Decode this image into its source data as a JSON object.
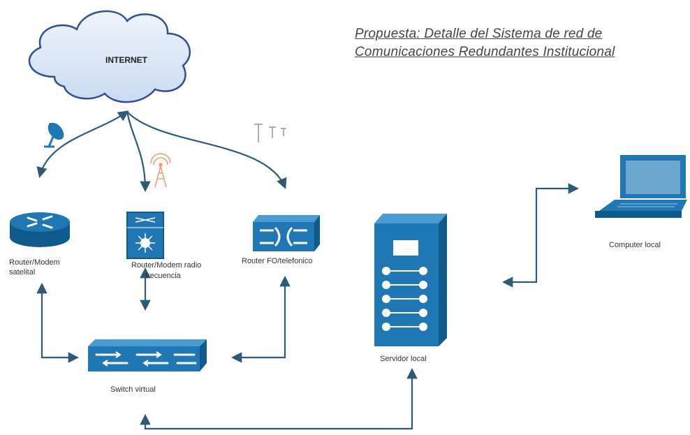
{
  "title": {
    "line1": "Propuesta: Detalle del Sistema de red de",
    "line2": "Comunicaciones Redundantes Institucional"
  },
  "nodes": {
    "internet": {
      "label": "INTERNET",
      "icon": "cloud-icon"
    },
    "router_satellite": {
      "line1": "Router/Modem",
      "line2": "satelital",
      "icon": "router-icon"
    },
    "router_radio": {
      "line1": "Router/Modem radio",
      "line2": "frecuencia",
      "icon": "multilayer-switch-icon"
    },
    "router_fo": {
      "line1": "Router FO/telefonico",
      "icon": "fiber-router-icon"
    },
    "switch": {
      "label": "Switch virtual",
      "icon": "switch-icon"
    },
    "server": {
      "label": "Servidor local",
      "icon": "server-icon"
    },
    "computer": {
      "label": "Computer local",
      "icon": "laptop-icon"
    }
  },
  "decorations": {
    "satellite": "satellite-dish-icon",
    "radio": "radio-tower-icon",
    "telephone": "telephone-poles-icon"
  },
  "colors": {
    "device": "#1f78b4",
    "device_dark": "#0f5a8c",
    "connector": "#2d5a78",
    "cloud_fill": "#dce8f7",
    "cloud_stroke": "#2f4f8f",
    "radio_tower": "#e9a07a"
  }
}
